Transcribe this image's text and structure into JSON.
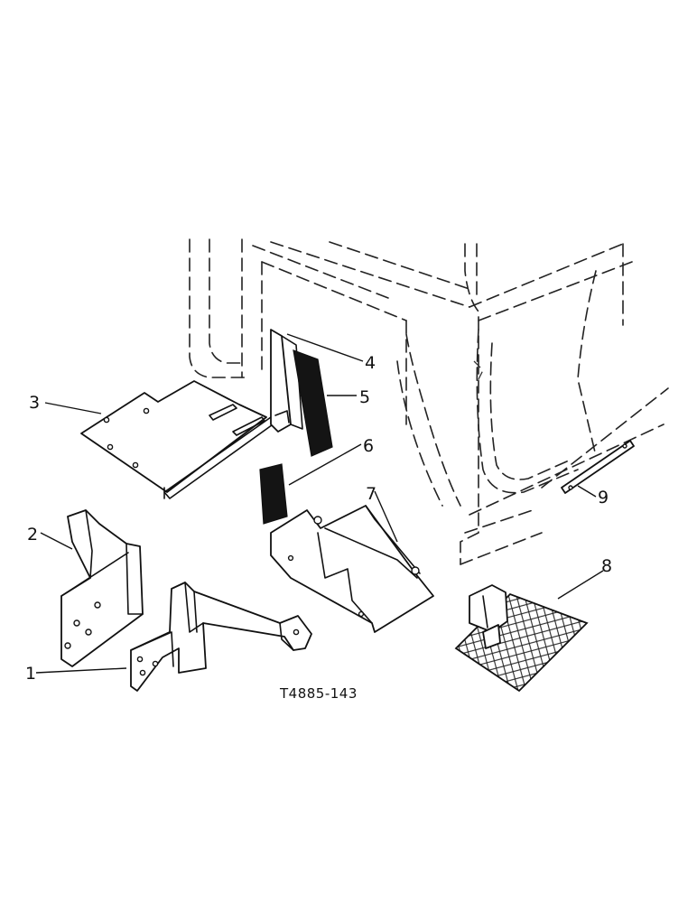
{
  "drawing": {
    "reference_code": "T4885-143"
  },
  "callouts": [
    "1",
    "2",
    "3",
    "4",
    "5",
    "6",
    "7",
    "8",
    "9"
  ]
}
